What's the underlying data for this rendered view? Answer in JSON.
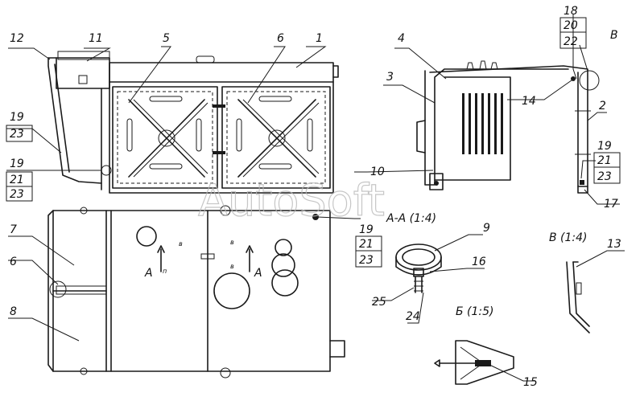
{
  "watermark": "AutoSoft",
  "callouts": {
    "c1": "1",
    "c2": "2",
    "c3": "3",
    "c4": "4",
    "c5": "5",
    "c6": "6",
    "c6b": "6",
    "c7": "7",
    "c8": "8",
    "c9": "9",
    "c10": "10",
    "c11": "11",
    "c12": "12",
    "c13": "13",
    "c14": "14",
    "c15": "15",
    "c16": "16",
    "c17": "17",
    "c24": "24",
    "c25": "25"
  },
  "stacks": {
    "left_top": [
      "19",
      "23"
    ],
    "left_bottom": [
      "19",
      "21",
      "23"
    ],
    "center": [
      "19",
      "21",
      "23"
    ],
    "right": [
      "19",
      "21",
      "23"
    ],
    "top_right": [
      "18",
      "20",
      "22"
    ]
  },
  "views": {
    "b": "B",
    "section_aa": "A-A (1:4)",
    "view_b": "B (1:4)",
    "view_bb": "Б (1:5)",
    "section_mark_left": "A",
    "section_mark_right": "A",
    "small_v1": "в",
    "small_v2": "в",
    "small_v3": "в",
    "small_p": "п"
  }
}
